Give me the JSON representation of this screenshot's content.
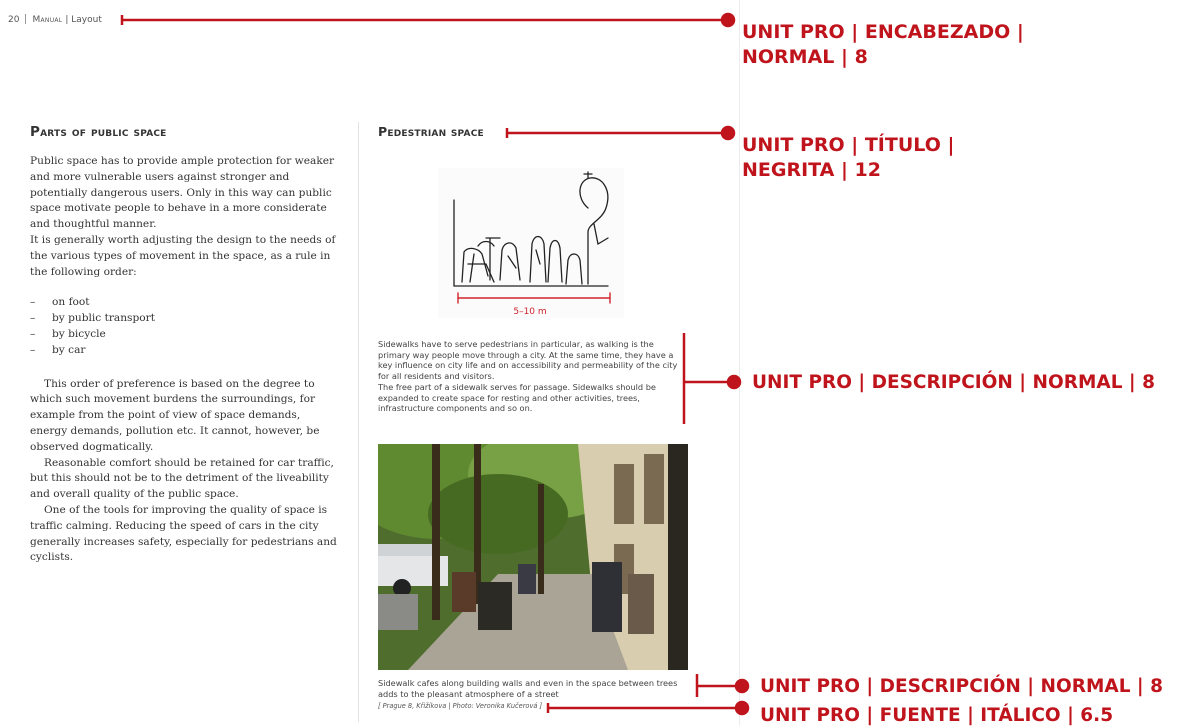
{
  "header": {
    "page_number": "20",
    "section": "Manual",
    "separator": "|",
    "subsection": "Layout"
  },
  "left": {
    "title": "Parts of public space",
    "intro": [
      "Public space has to provide ample protection for weaker and more vulnerable users against stronger and potentially dangerous users. Only in this way can public space motivate people to behave in a more considerate and thoughtful manner.",
      "It is generally worth adjusting the design to the needs of the various types of movement in the space, as a rule in the following order:"
    ],
    "list": [
      {
        "dash": "–",
        "text": "on foot"
      },
      {
        "dash": "–",
        "text": "by public transport"
      },
      {
        "dash": "–",
        "text": "by bicycle"
      },
      {
        "dash": "–",
        "text": "by car"
      }
    ],
    "paragraphs": [
      "This order of preference is based on the degree to which such movement burdens the surroundings, for example from the point of view of space demands, energy demands, pollution etc. It cannot, however, be observed dogmatically.",
      "Reasonable comfort should be retained for car traffic, but this should not be to the detriment of the liveability and overall quality of the public space.",
      "One of the tools for improving the quality of space is traffic calming. Reducing the speed of cars in the city generally increases safety, especially for pedestrians and cyclists."
    ]
  },
  "right": {
    "title": "Pedestrian space",
    "sketch_label": "5–10 m",
    "description": [
      "Sidewalks have to serve pedestrians in particular, as walking is the primary way people move through a city. At the same time, they have a key influence on city life and on accessibility and permeability of the city for all residents and visitors.",
      "The free part of a sidewalk serves for passage. Sidewalks should be expanded to create space for resting and other activities, trees, infrastructure components and so on."
    ],
    "caption": "Sidewalk cafes along building walls and even in the space between trees adds to the pleasant atmosphere of a street",
    "source": "[ Prague 8, Křižíkova | Photo: Veronika Kučerová ]"
  },
  "annotations": {
    "header": {
      "line1": "UNIT PRO | ENCABEZADO |",
      "line2": "NORMAL | 8"
    },
    "title": {
      "line1": "UNIT PRO | TÍTULO |",
      "line2": "NEGRITA | 12"
    },
    "description": {
      "line1": "UNIT PRO | DESCRIPCIÓN | NORMAL | 8"
    },
    "caption": {
      "line1": "UNIT PRO | DESCRIPCIÓN | NORMAL | 8"
    },
    "source": {
      "line1": "UNIT PRO | FUENTE | ITÁLICO | 6.5"
    }
  },
  "colors": {
    "annotation": "#c0141c",
    "text": "#333333"
  }
}
